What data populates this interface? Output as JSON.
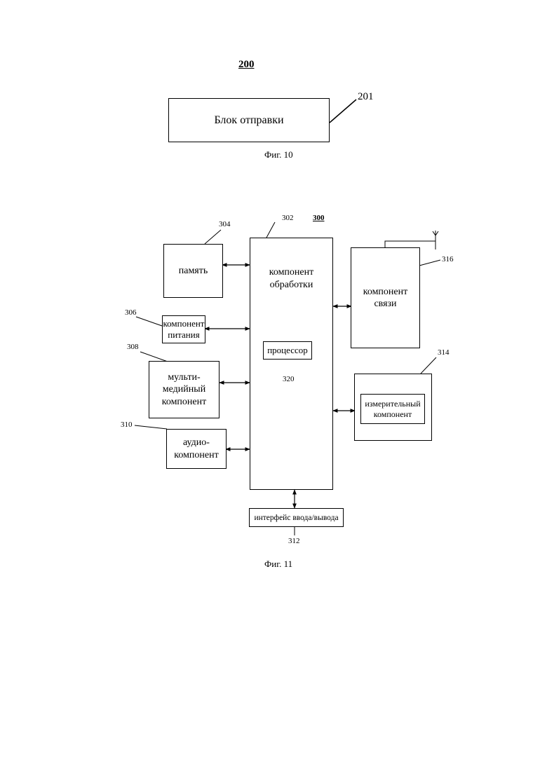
{
  "fig10": {
    "title": "200",
    "block_label": "Блок отправки",
    "block_ref": "201",
    "caption": "Фиг. 10"
  },
  "fig11": {
    "title": "300",
    "caption": "Фиг. 11",
    "processing": {
      "ref": "302",
      "label": "компонент\nобработки"
    },
    "processor": {
      "ref": "320",
      "label": "процессор"
    },
    "memory": {
      "ref": "304",
      "label": "память"
    },
    "power": {
      "ref": "306",
      "label": "компонент\nпитания"
    },
    "multimedia": {
      "ref": "308",
      "label": "мульти-\nмедийный\nкомпонент"
    },
    "audio": {
      "ref": "310",
      "label": "аудио-\nкомпонент"
    },
    "io": {
      "ref": "312",
      "label": "интерфейс ввода/вывода"
    },
    "sensor": {
      "ref": "314",
      "label": "измерительный\nкомпонент"
    },
    "comm": {
      "ref": "316",
      "label": "компонент\nсвязи"
    }
  }
}
